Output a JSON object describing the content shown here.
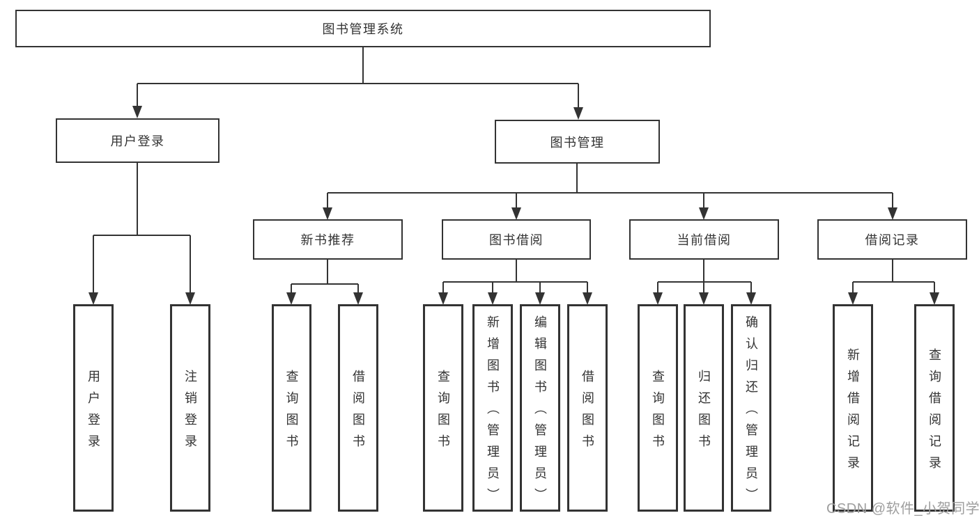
{
  "colors": {
    "line": "#333333",
    "text": "#333333",
    "bg": "#ffffff",
    "watermark": "#9e9e9e"
  },
  "root": {
    "label": "图书管理系统"
  },
  "branches": {
    "user_login": {
      "label": "用户登录"
    },
    "book_management": {
      "label": "图书管理"
    }
  },
  "groups": {
    "new_book": {
      "label": "新书推荐"
    },
    "book_borrow": {
      "label": "图书借阅"
    },
    "current_borrow": {
      "label": "当前借阅"
    },
    "borrow_record": {
      "label": "借阅记录"
    }
  },
  "leaves": {
    "user_login": {
      "label": "用户登录"
    },
    "logout": {
      "label": "注销登录"
    },
    "nb_query_book": {
      "label": "查询图书"
    },
    "nb_borrow_book": {
      "label": "借阅图书"
    },
    "bb_query_book": {
      "label": "查询图书"
    },
    "bb_add_book_admin": {
      "label": "新增图书（管理员）"
    },
    "bb_edit_book_admin": {
      "label": "编辑图书（管理员）"
    },
    "bb_borrow_book": {
      "label": "借阅图书"
    },
    "cb_query_book": {
      "label": "查询图书"
    },
    "cb_return_book": {
      "label": "归还图书"
    },
    "cb_confirm_return_admin": {
      "label": "确认归还（管理员）"
    },
    "br_add_record": {
      "label": "新增借阅记录"
    },
    "br_query_record": {
      "label": "查询借阅记录"
    }
  },
  "watermark": {
    "text": "CSDN @软件_小贺同学"
  }
}
